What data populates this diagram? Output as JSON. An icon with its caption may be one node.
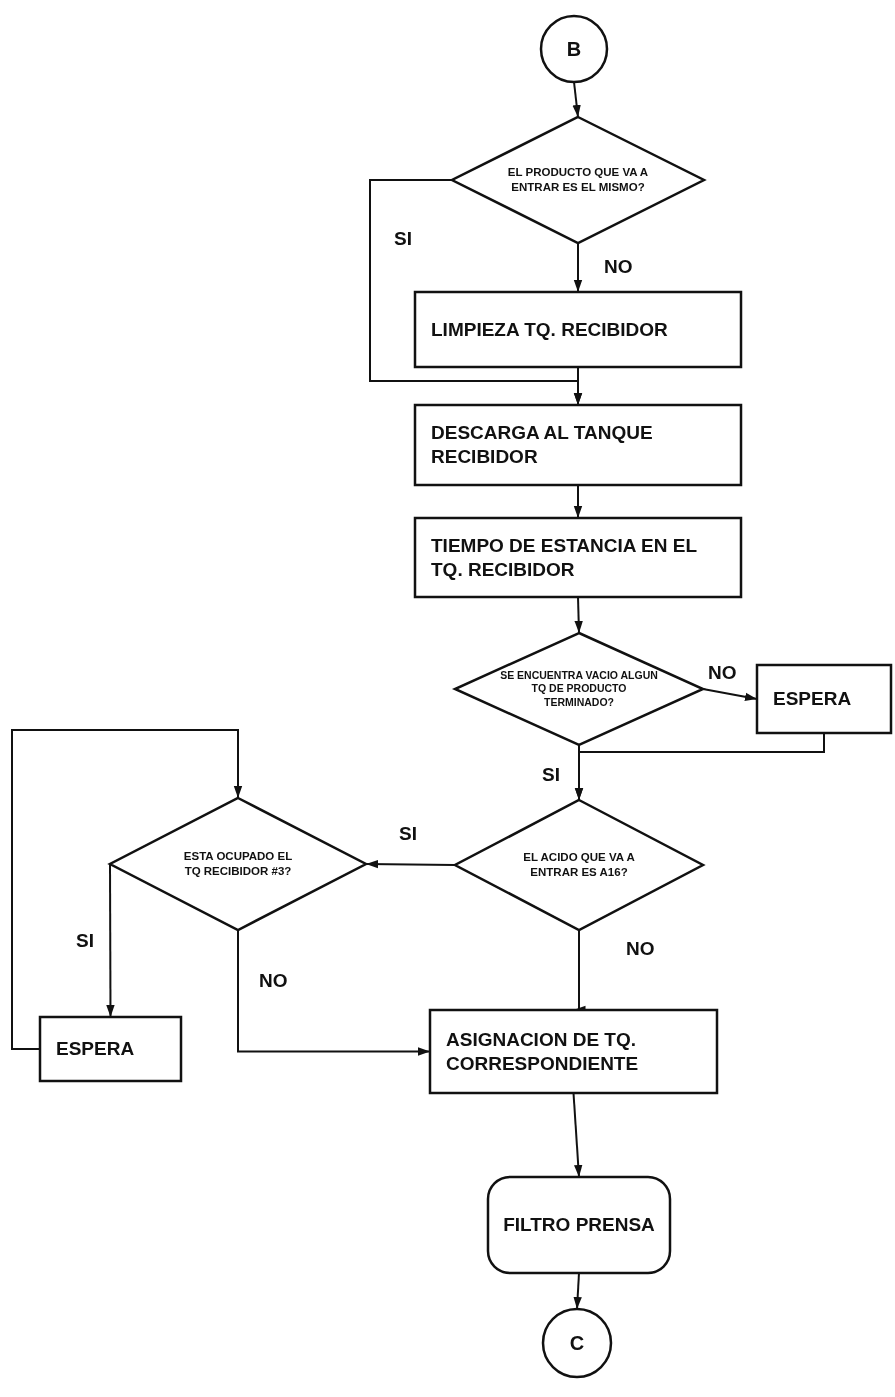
{
  "diagram": {
    "nodes": [
      {
        "text": [
          "B"
        ]
      },
      {
        "text": [
          "EL PRODUCTO QUE VA A ENTRAR ES EL MISMO?"
        ]
      },
      {
        "text": [
          "LIMPIEZA TQ. RECIBIDOR"
        ]
      },
      {
        "text": [
          "DESCARGA AL TANQUE RECIBIDOR"
        ]
      },
      {
        "text": [
          "TIEMPO DE ESTANCIA EN EL TQ. RECIBIDOR"
        ]
      },
      {
        "text": [
          "SE ENCUENTRA VACIO ALGUN TQ DE PRODUCTO TERMINADO?"
        ]
      },
      {
        "text": [
          "ESPERA"
        ]
      },
      {
        "text": [
          "EL ACIDO QUE VA A ENTRAR ES A16?"
        ]
      },
      {
        "text": [
          "ESTA OCUPADO EL TQ RECIBIDOR #3?"
        ]
      },
      {
        "text": [
          "ESPERA"
        ]
      },
      {
        "text": [
          "ASIGNACION DE TQ. CORRESPONDIENTE"
        ]
      },
      {
        "text": [
          "FILTRO PRENSA"
        ]
      },
      {
        "text": [
          "C"
        ]
      }
    ],
    "edges": [
      {
        "from": 0,
        "to": 1,
        "arrow": "to"
      },
      {
        "from": 1,
        "to": 2,
        "arrow": "to",
        "label": "NO"
      },
      {
        "from": 1,
        "to": 3,
        "arrow": "to",
        "label": "SI"
      },
      {
        "from": 2,
        "to": 3,
        "arrow": "to"
      },
      {
        "from": 3,
        "to": 4,
        "arrow": "to"
      },
      {
        "from": 4,
        "to": 5,
        "arrow": "to"
      },
      {
        "from": 5,
        "to": 6,
        "arrow": "to",
        "label": "NO"
      },
      {
        "from": 6,
        "to": 7,
        "arrow": "to"
      },
      {
        "from": 5,
        "to": 7,
        "arrow": "to",
        "label": "SI"
      },
      {
        "from": 7,
        "to": 8,
        "arrow": "to",
        "label": "SI"
      },
      {
        "from": 7,
        "to": 10,
        "arrow": "to",
        "label": "NO"
      },
      {
        "from": 8,
        "to": 9,
        "arrow": "to",
        "label": "SI"
      },
      {
        "from": 8,
        "to": 10,
        "arrow": "to",
        "label": "NO"
      },
      {
        "from": 9,
        "to": 8,
        "arrow": "to"
      },
      {
        "from": 10,
        "to": 11,
        "arrow": "to"
      },
      {
        "from": 11,
        "to": 12,
        "arrow": "to"
      }
    ]
  }
}
